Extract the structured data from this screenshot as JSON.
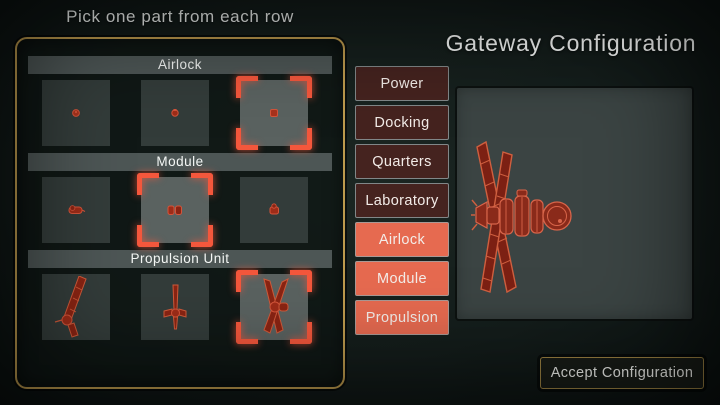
{
  "instruction": "Pick one part from each row",
  "title": "Gateway Configuration",
  "parts_panel": {
    "rows": [
      {
        "label": "Airlock",
        "cells": [
          {
            "icon": "airlock-option-1",
            "selected": false
          },
          {
            "icon": "airlock-option-2",
            "selected": false
          },
          {
            "icon": "airlock-option-3",
            "selected": true
          }
        ]
      },
      {
        "label": "Module",
        "cells": [
          {
            "icon": "module-option-1",
            "selected": false
          },
          {
            "icon": "module-option-2",
            "selected": true
          },
          {
            "icon": "module-option-3",
            "selected": false
          }
        ]
      },
      {
        "label": "Propulsion Unit",
        "cells": [
          {
            "icon": "propulsion-option-1",
            "selected": false
          },
          {
            "icon": "propulsion-option-2",
            "selected": false
          },
          {
            "icon": "propulsion-option-3",
            "selected": true
          }
        ]
      }
    ]
  },
  "category_buttons": [
    {
      "label": "Power",
      "state": "inactive"
    },
    {
      "label": "Docking",
      "state": "inactive"
    },
    {
      "label": "Quarters",
      "state": "inactive"
    },
    {
      "label": "Laboratory",
      "state": "inactive"
    },
    {
      "label": "Airlock",
      "state": "active"
    },
    {
      "label": "Module",
      "state": "active"
    },
    {
      "label": "Propulsion",
      "state": "active"
    }
  ],
  "preview": {
    "content": "station-preview-render"
  },
  "accept_button_label": "Accept Configuration",
  "colors": {
    "background": "#141d1b",
    "panel_border_gold": "#bd9a4d",
    "row_header_gray": "#4d5655",
    "cell_gray": "#333c3a",
    "cell_selected_gray": "#5a6260",
    "selection_bracket": "#f4573c",
    "button_inactive": "#45231f",
    "button_active": "#e66a50",
    "preview_panel": "#3b4443",
    "station_red_fill": "#7c2013",
    "station_red_stroke": "#cf5f3f",
    "text_white": "#f2f6f4"
  }
}
